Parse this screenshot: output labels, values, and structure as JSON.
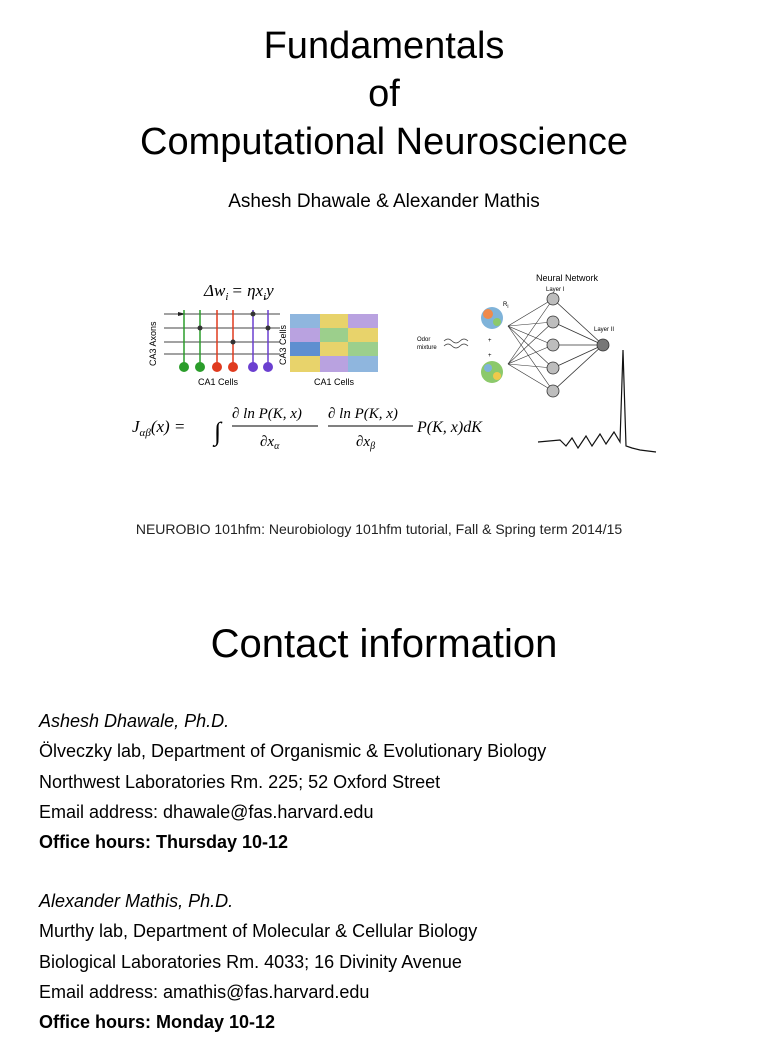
{
  "title": {
    "line1": "Fundamentals",
    "line2": "of",
    "line3": "Computational Neuroscience"
  },
  "authors": "Ashesh Dhawale & Alexander Mathis",
  "figure": {
    "hebb_formula": "Δw",
    "hebb_formula_rest": "= ηx",
    "hebb_formula_rest2": "y",
    "ca3_axons_label": "CA3 Axons",
    "ca1_cells_label": "CA1 Cells",
    "ca3_cells_label": "CA3 Cells",
    "ca1_cells_label_2": "CA1 Cells",
    "nn_title": "Neural Network",
    "layer1": "Layer I",
    "layer2": "Layer II",
    "ri": "R",
    "odor_line1": "Odor",
    "odor_line2": "mixture",
    "fisher_lhs": "J",
    "fisher_mid": "(x) =",
    "fisher_rhs": "P(K, x)dK"
  },
  "course": "NEUROBIO 101hfm: Neurobiology 101hfm tutorial, Fall & Spring term 2014/15",
  "contact_heading": "Contact information",
  "contacts": [
    {
      "name": "Ashesh Dhawale, Ph.D.",
      "lab": "Ölveczky lab, Department of Organismic & Evolutionary Biology",
      "address": "Northwest Laboratories Rm. 225; 52 Oxford Street",
      "email": "Email address: dhawale@fas.harvard.edu",
      "hours": "Office hours: Thursday 10-12"
    },
    {
      "name": "Alexander Mathis, Ph.D.",
      "lab": "Murthy lab, Department of Molecular & Cellular Biology",
      "address": "Biological Laboratories Rm. 4033; 16 Divinity Avenue",
      "email": "Email address: amathis@fas.harvard.edu",
      "hours": "Office hours: Monday 10-12"
    }
  ]
}
